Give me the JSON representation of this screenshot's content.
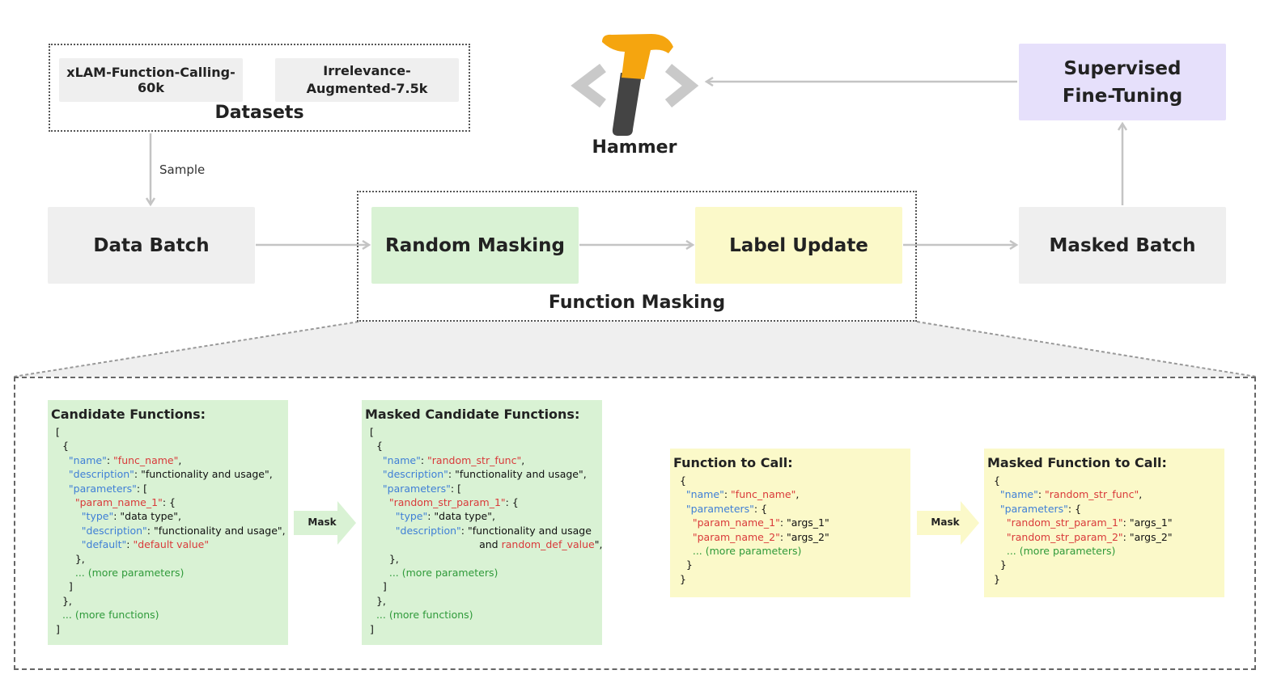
{
  "datasets": {
    "title": "Datasets",
    "items": [
      "xLAM-Function-Calling-60k",
      "Irrelevance-\nAugmented-7.5k"
    ]
  },
  "hammer": {
    "label": "Hammer"
  },
  "sft": {
    "label": "Supervised\nFine-Tuning"
  },
  "sample_label": "Sample",
  "data_batch": "Data Batch",
  "random_masking": "Random Masking",
  "label_update": "Label Update",
  "masked_batch": "Masked Batch",
  "function_masking": "Function Masking",
  "mask_arrow_label": "Mask",
  "panels": {
    "candidate": {
      "title": "Candidate Functions:",
      "lines": [
        [
          [
            "",
            "["
          ]
        ],
        [
          [
            "",
            "  {"
          ]
        ],
        [
          [
            "",
            "    "
          ],
          [
            "k",
            "\"name\""
          ],
          [
            "",
            ": "
          ],
          [
            "r",
            "\"func_name\""
          ],
          [
            "",
            ","
          ]
        ],
        [
          [
            "",
            "    "
          ],
          [
            "k",
            "\"description\""
          ],
          [
            "",
            ": \"functionality and usage\","
          ]
        ],
        [
          [
            "",
            "    "
          ],
          [
            "k",
            "\"parameters\""
          ],
          [
            "",
            ": ["
          ]
        ],
        [
          [
            "",
            "      "
          ],
          [
            "r",
            "\"param_name_1\""
          ],
          [
            "",
            ": {"
          ]
        ],
        [
          [
            "",
            "        "
          ],
          [
            "k",
            "\"type\""
          ],
          [
            "",
            ": \"data type\","
          ]
        ],
        [
          [
            "",
            "        "
          ],
          [
            "k",
            "\"description\""
          ],
          [
            "",
            ": \"functionality and usage\","
          ]
        ],
        [
          [
            "",
            "        "
          ],
          [
            "k",
            "\"default\""
          ],
          [
            "",
            ": "
          ],
          [
            "r",
            "\"default value\""
          ]
        ],
        [
          [
            "",
            "      },"
          ]
        ],
        [
          [
            "",
            "      "
          ],
          [
            "g",
            "... (more parameters)"
          ]
        ],
        [
          [
            "",
            "    ]"
          ]
        ],
        [
          [
            "",
            "  },"
          ]
        ],
        [
          [
            "",
            "  "
          ],
          [
            "g",
            "... (more functions)"
          ]
        ],
        [
          [
            "",
            "]"
          ]
        ]
      ]
    },
    "masked_candidate": {
      "title": "Masked Candidate Functions:",
      "lines": [
        [
          [
            "",
            "["
          ]
        ],
        [
          [
            "",
            "  {"
          ]
        ],
        [
          [
            "",
            "    "
          ],
          [
            "k",
            "\"name\""
          ],
          [
            "",
            ": "
          ],
          [
            "r",
            "\"random_str_func\""
          ],
          [
            "",
            ","
          ]
        ],
        [
          [
            "",
            "    "
          ],
          [
            "k",
            "\"description\""
          ],
          [
            "",
            ": \"functionality and usage\","
          ]
        ],
        [
          [
            "",
            "    "
          ],
          [
            "k",
            "\"parameters\""
          ],
          [
            "",
            ": ["
          ]
        ],
        [
          [
            "",
            "      "
          ],
          [
            "r",
            "\"random_str_param_1\""
          ],
          [
            "",
            ": {"
          ]
        ],
        [
          [
            "",
            "        "
          ],
          [
            "k",
            "\"type\""
          ],
          [
            "",
            ": \"data type\","
          ]
        ],
        [
          [
            "",
            "        "
          ],
          [
            "k",
            "\"description\""
          ],
          [
            "",
            ": \"functionality and usage"
          ]
        ],
        [
          [
            "",
            "                                  and "
          ],
          [
            "r",
            "random_def_value"
          ],
          [
            "",
            "\","
          ]
        ],
        [
          [
            "",
            "      },"
          ]
        ],
        [
          [
            "",
            "      "
          ],
          [
            "g",
            "... (more parameters)"
          ]
        ],
        [
          [
            "",
            "    ]"
          ]
        ],
        [
          [
            "",
            "  },"
          ]
        ],
        [
          [
            "",
            "  "
          ],
          [
            "g",
            "... (more functions)"
          ]
        ],
        [
          [
            "",
            "]"
          ]
        ]
      ]
    },
    "function_to_call": {
      "title": "Function to Call:",
      "lines": [
        [
          [
            "",
            "  {"
          ]
        ],
        [
          [
            "",
            "    "
          ],
          [
            "k",
            "\"name\""
          ],
          [
            "",
            ": "
          ],
          [
            "r",
            "\"func_name\""
          ],
          [
            "",
            ","
          ]
        ],
        [
          [
            "",
            "    "
          ],
          [
            "k",
            "\"parameters\""
          ],
          [
            "",
            ": {"
          ]
        ],
        [
          [
            "",
            "      "
          ],
          [
            "r",
            "\"param_name_1\""
          ],
          [
            "",
            ": \"args_1\""
          ]
        ],
        [
          [
            "",
            "      "
          ],
          [
            "r",
            "\"param_name_2\""
          ],
          [
            "",
            ": \"args_2\""
          ]
        ],
        [
          [
            "",
            "      "
          ],
          [
            "g",
            "... (more parameters)"
          ]
        ],
        [
          [
            "",
            "    }"
          ]
        ],
        [
          [
            "",
            "  }"
          ]
        ]
      ]
    },
    "masked_function_to_call": {
      "title": "Masked Function to Call:",
      "lines": [
        [
          [
            "",
            "  {"
          ]
        ],
        [
          [
            "",
            "    "
          ],
          [
            "k",
            "\"name\""
          ],
          [
            "",
            ": "
          ],
          [
            "r",
            "\"random_str_func\""
          ],
          [
            "",
            ","
          ]
        ],
        [
          [
            "",
            "    "
          ],
          [
            "k",
            "\"parameters\""
          ],
          [
            "",
            ": {"
          ]
        ],
        [
          [
            "",
            "      "
          ],
          [
            "r",
            "\"random_str_param_1\""
          ],
          [
            "",
            ": \"args_1\""
          ]
        ],
        [
          [
            "",
            "      "
          ],
          [
            "r",
            "\"random_str_param_2\""
          ],
          [
            "",
            ": \"args_2\""
          ]
        ],
        [
          [
            "",
            "      "
          ],
          [
            "g",
            "... (more parameters)"
          ]
        ],
        [
          [
            "",
            "    }"
          ]
        ],
        [
          [
            "",
            "  }"
          ]
        ]
      ]
    }
  },
  "colors": {
    "gray_box": "#efefef",
    "green_box": "#d9f2d4",
    "yellow_box": "#fbf9c9",
    "purple_box": "#e6e0fb",
    "key_blue": "#3f7fd6",
    "value_red": "#d93a3a",
    "comment_green": "#2f9a3a",
    "hammer_head": "#f5a50f",
    "hammer_handle": "#444444",
    "bracket_gray": "#c9c9c9"
  }
}
